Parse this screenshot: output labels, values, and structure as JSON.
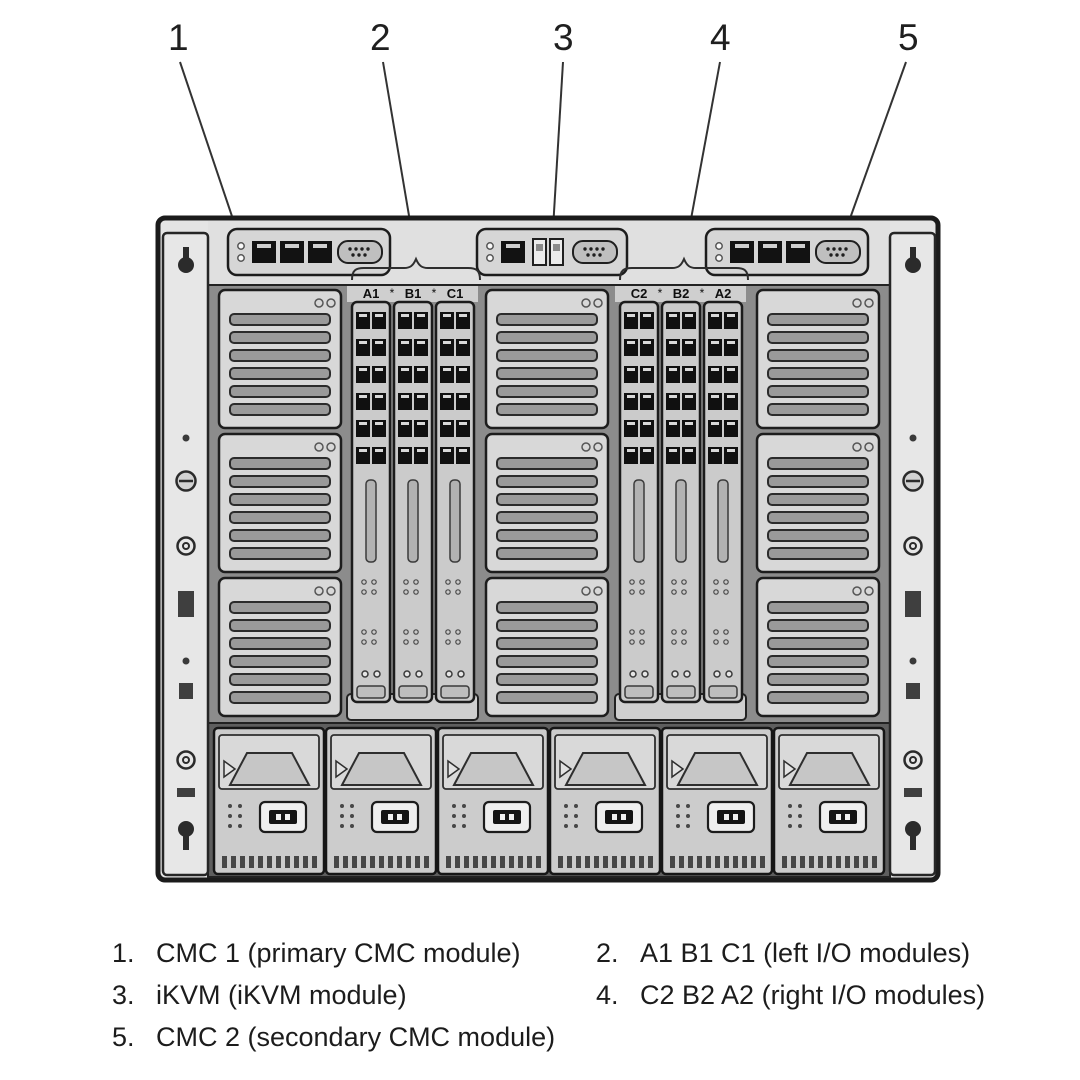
{
  "callouts": {
    "c1": "1",
    "c2": "2",
    "c3": "3",
    "c4": "4",
    "c5": "5"
  },
  "io_labels": {
    "left": {
      "a": "A1",
      "b": "B1",
      "c": "C1"
    },
    "right": {
      "a": "C2",
      "b": "B2",
      "c": "A2"
    }
  },
  "icons": {
    "label_separator": "*"
  },
  "legend": {
    "items": [
      {
        "num": "1.",
        "text": "CMC 1 (primary CMC module)"
      },
      {
        "num": "2.",
        "text": "A1 B1 C1 (left I/O modules)"
      },
      {
        "num": "3.",
        "text": "iKVM (iKVM module)"
      },
      {
        "num": "4.",
        "text": "C2 B2 A2 (right I/O modules)"
      },
      {
        "num": "5.",
        "text": "CMC 2 (secondary CMC module)"
      }
    ]
  }
}
